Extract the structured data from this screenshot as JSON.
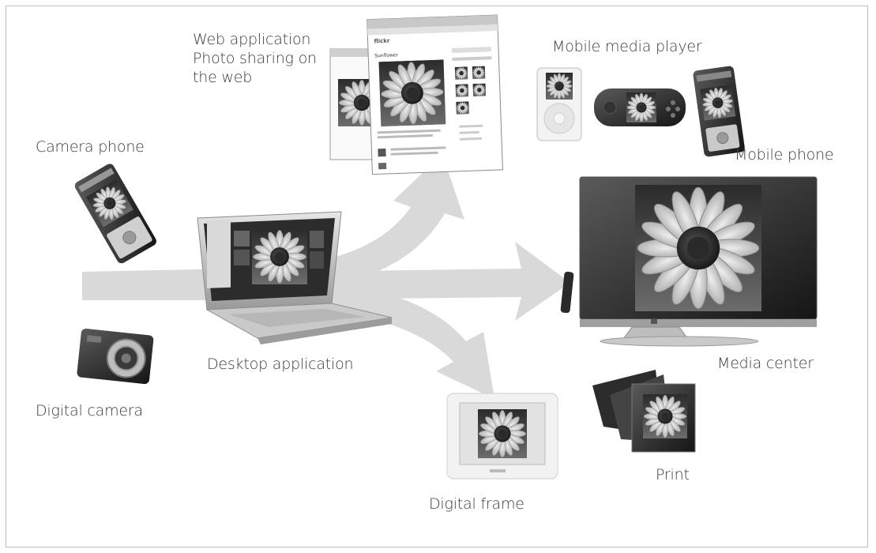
{
  "labels": {
    "web_application": [
      "Web application",
      "Photo sharing on",
      "the web"
    ],
    "mobile_media_player": "Mobile media player",
    "camera_phone": "Camera phone",
    "mobile_phone": "Mobile phone",
    "desktop_application": "Desktop application",
    "media_center": "Media center",
    "digital_camera": "Digital camera",
    "print": "Print",
    "digital_frame": "Digital frame"
  },
  "webpage": {
    "logo": "flickr",
    "photo_title": "Sunflower"
  },
  "colors": {
    "arrow": "#d8d8d8",
    "text": "#3b3b3b",
    "border": "#bdbdbd"
  },
  "icons": [
    "sunflower-photo",
    "laptop",
    "camera-phone",
    "digital-camera",
    "browser-window",
    "ipod",
    "psp-console",
    "mobile-phone",
    "flat-screen-tv",
    "remote-control",
    "print-album",
    "digital-photo-frame"
  ]
}
